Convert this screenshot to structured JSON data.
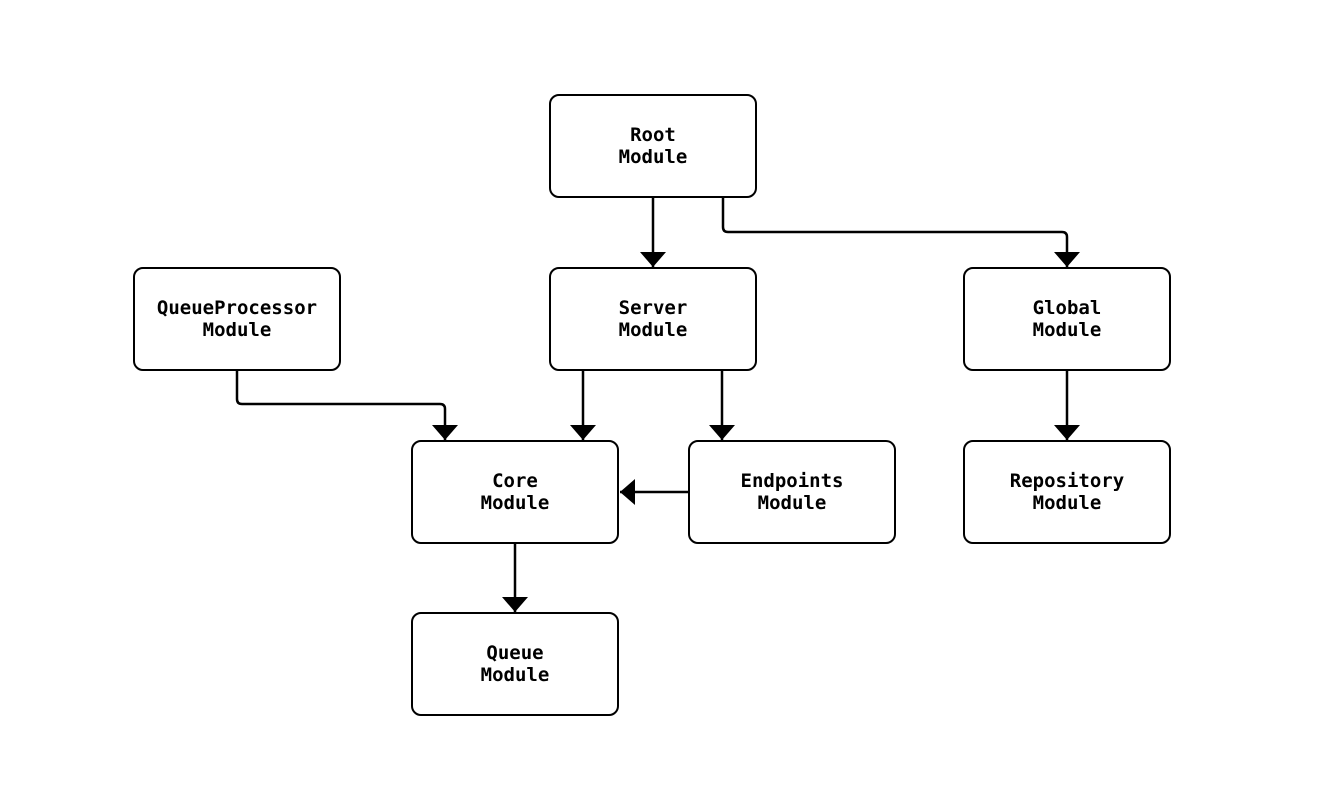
{
  "diagram": {
    "type": "flowchart",
    "colors": {
      "background": "#ffffff",
      "node_fill": "#ffffff",
      "stroke": "#000000",
      "text": "#000000"
    },
    "nodes": [
      {
        "id": "root",
        "label": "Root\nModule"
      },
      {
        "id": "queueprocessor",
        "label": "QueueProcessor\nModule"
      },
      {
        "id": "server",
        "label": "Server\nModule"
      },
      {
        "id": "global",
        "label": "Global\nModule"
      },
      {
        "id": "core",
        "label": "Core\nModule"
      },
      {
        "id": "endpoints",
        "label": "Endpoints\nModule"
      },
      {
        "id": "repository",
        "label": "Repository\nModule"
      },
      {
        "id": "queue",
        "label": "Queue\nModule"
      }
    ],
    "edges": [
      {
        "from": "root",
        "to": "server",
        "arrow": "down"
      },
      {
        "from": "root",
        "to": "global",
        "arrow": "down"
      },
      {
        "from": "queueprocessor",
        "to": "core",
        "arrow": "down"
      },
      {
        "from": "server",
        "to": "core",
        "arrow": "down"
      },
      {
        "from": "server",
        "to": "endpoints",
        "arrow": "down"
      },
      {
        "from": "endpoints",
        "to": "core",
        "arrow": "left"
      },
      {
        "from": "global",
        "to": "repository",
        "arrow": "down"
      },
      {
        "from": "core",
        "to": "queue",
        "arrow": "down"
      }
    ]
  }
}
